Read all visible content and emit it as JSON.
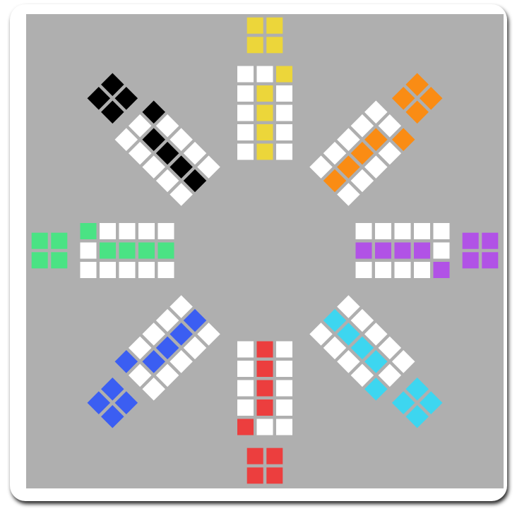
{
  "game": {
    "type": "eight-player cross-and-circle board game",
    "background": "#afafaf",
    "track_color": "#ffffff",
    "players": [
      {
        "color_name": "yellow",
        "color": "#ecd63a"
      },
      {
        "color_name": "orange",
        "color": "#fa8c14"
      },
      {
        "color_name": "purple",
        "color": "#b152e6"
      },
      {
        "color_name": "cyan",
        "color": "#3dd6f0"
      },
      {
        "color_name": "red",
        "color": "#ec3e3e"
      },
      {
        "color_name": "blue",
        "color": "#3b5ef2"
      },
      {
        "color_name": "green",
        "color": "#4ae384"
      },
      {
        "color_name": "black",
        "color": "#000000"
      }
    ]
  }
}
